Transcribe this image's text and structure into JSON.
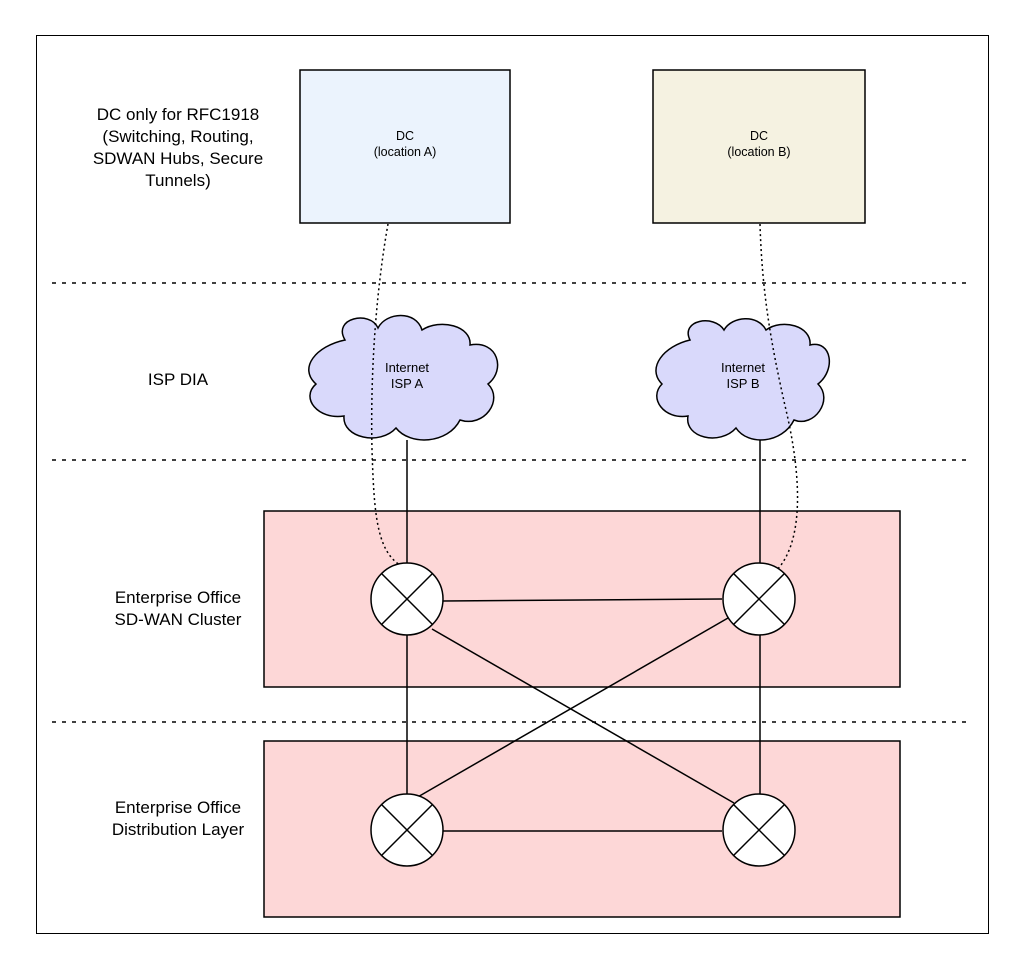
{
  "layers": [
    {
      "name": "dc-layer",
      "label": "DC only for RFC1918\n(Switching, Routing,\nSDWAN Hubs, Secure\nTunnels)"
    },
    {
      "name": "isp-layer",
      "label": "ISP DIA"
    },
    {
      "name": "sdwan-layer",
      "label": "Enterprise Office\nSD-WAN Cluster"
    },
    {
      "name": "distribution-layer",
      "label": "Enterprise Office\nDistribution Layer"
    }
  ],
  "datacenters": [
    {
      "label": "DC\n(location A)",
      "fill": "#ebf3fd"
    },
    {
      "label": "DC\n(location B)",
      "fill": "#f5f2e1"
    }
  ],
  "clouds": [
    {
      "label": "Internet\nISP A",
      "fill": "#d9d9fb"
    },
    {
      "label": "Internet\nISP B",
      "fill": "#d9d9fb"
    }
  ],
  "colors": {
    "office_zone": "#fdd7d7",
    "line": "#000000",
    "node_fill": "#ffffff"
  },
  "icons": {
    "router": "router-icon",
    "cloud": "cloud-icon"
  }
}
